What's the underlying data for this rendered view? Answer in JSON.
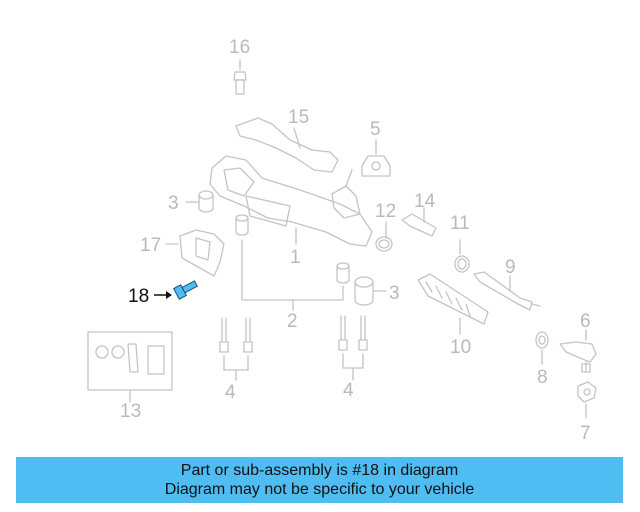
{
  "callouts": {
    "c1": "1",
    "c2": "2",
    "c3a": "3",
    "c3b": "3",
    "c4a": "4",
    "c4b": "4",
    "c5": "5",
    "c6": "6",
    "c7": "7",
    "c8": "8",
    "c9": "9",
    "c10": "10",
    "c11": "11",
    "c12": "12",
    "c13": "13",
    "c14": "14",
    "c15": "15",
    "c16": "16",
    "c17": "17",
    "c18": "18"
  },
  "highlighted_part": "18",
  "colors": {
    "diagram_gray": "#b9b9b9",
    "highlight_part": "#4fbdf2",
    "banner_bg": "#4fbdf2"
  },
  "banner": {
    "line1": "Part or sub-assembly is #18 in diagram",
    "line2": "Diagram may not be specific to your vehicle"
  }
}
